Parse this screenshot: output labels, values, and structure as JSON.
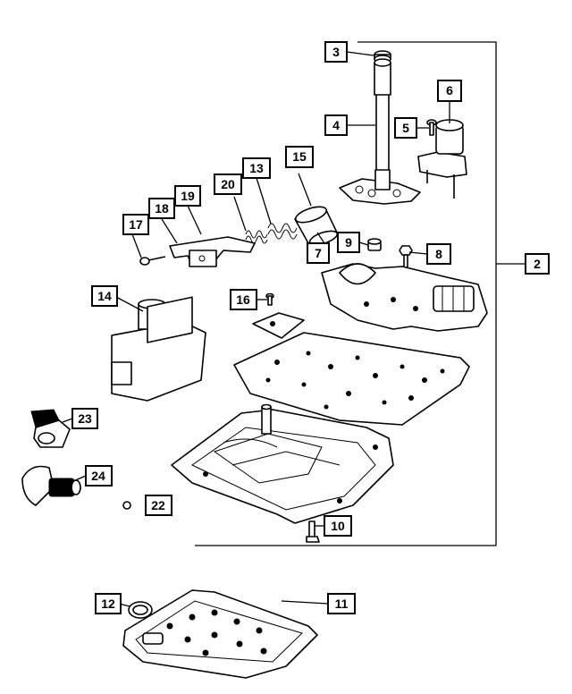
{
  "callouts": [
    {
      "id": "c2",
      "label": "2"
    },
    {
      "id": "c3",
      "label": "3"
    },
    {
      "id": "c4",
      "label": "4"
    },
    {
      "id": "c5",
      "label": "5"
    },
    {
      "id": "c6",
      "label": "6"
    },
    {
      "id": "c7",
      "label": "7"
    },
    {
      "id": "c8",
      "label": "8"
    },
    {
      "id": "c9",
      "label": "9"
    },
    {
      "id": "c10",
      "label": "10"
    },
    {
      "id": "c11",
      "label": "11"
    },
    {
      "id": "c12",
      "label": "12"
    },
    {
      "id": "c13",
      "label": "13"
    },
    {
      "id": "c14",
      "label": "14"
    },
    {
      "id": "c15",
      "label": "15"
    },
    {
      "id": "c16",
      "label": "16"
    },
    {
      "id": "c17",
      "label": "17"
    },
    {
      "id": "c18",
      "label": "18"
    },
    {
      "id": "c19",
      "label": "19"
    },
    {
      "id": "c20",
      "label": "20"
    },
    {
      "id": "c22",
      "label": "22"
    },
    {
      "id": "c23",
      "label": "23"
    },
    {
      "id": "c24",
      "label": "24"
    }
  ]
}
